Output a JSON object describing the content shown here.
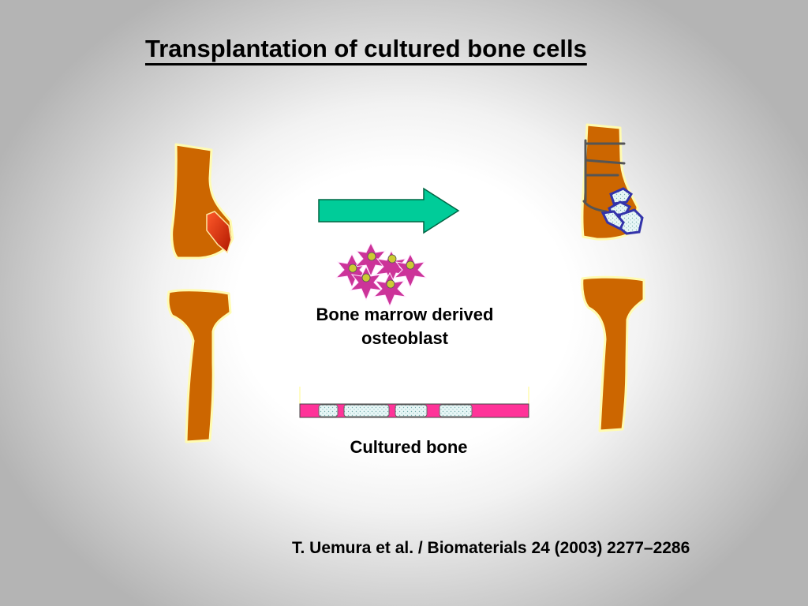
{
  "title": "Transplantation of cultured bone cells",
  "osteoblast_label": [
    "Bone marrow derived",
    "osteoblast"
  ],
  "cultured_bone_label": "Cultured bone",
  "citation": "T. Uemura et al. / Biomaterials 24 (2003) 2277–2286",
  "colors": {
    "bone": "#cc6600",
    "bone_outline": "#fffbb0",
    "defect": "#e03010",
    "arrow": "#00cc99",
    "cell": "#cc3399",
    "nucleus": "#cccc33",
    "scaffold": "#ff3399",
    "graft_fill": "#e6f5f5",
    "graft_outline": "#3333aa",
    "fixation_plate": "#555555"
  },
  "icons": [
    "bone-with-defect",
    "right-arrow",
    "osteoblast-cells",
    "cultured-bone-strip",
    "bone-with-graft"
  ]
}
